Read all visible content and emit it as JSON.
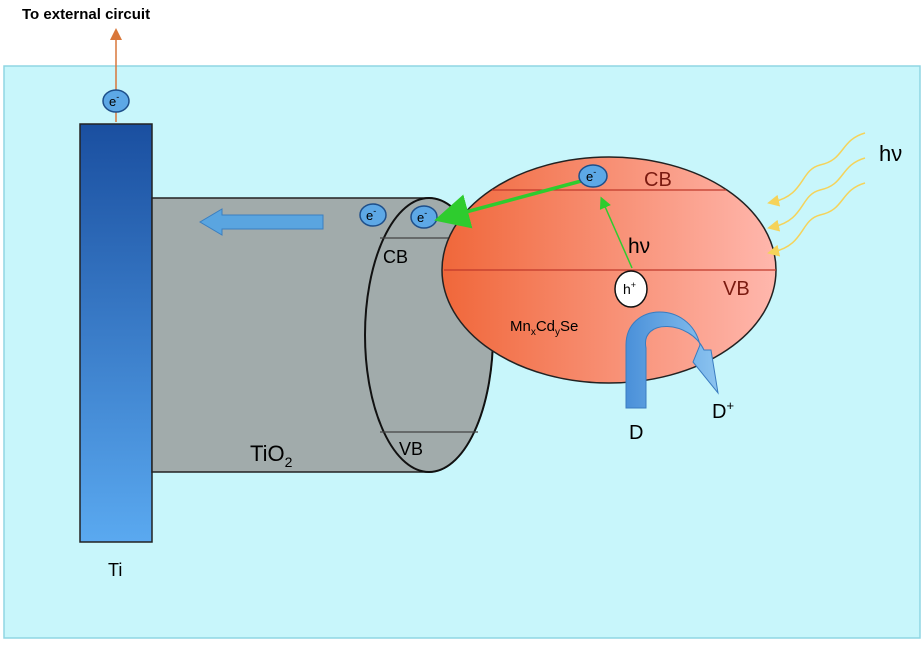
{
  "labels": {
    "external": "To external circuit",
    "electron": "e",
    "electron_sup": "-",
    "hole": "h",
    "hole_sup": "+",
    "ti": "Ti",
    "tio2_main": "TiO",
    "tio2_sub": "2",
    "tio2_cb": "CB",
    "tio2_vb": "VB",
    "qd_cb": "CB",
    "qd_vb": "VB",
    "hv_light": "hν",
    "hv_excite": "hν",
    "qd_mn": "Mn",
    "qd_x": "x",
    "qd_cd": "Cd",
    "qd_y": "y",
    "qd_se": "Se",
    "donor": "D",
    "donor_ox": "D",
    "donor_ox_sup": "+"
  },
  "colors": {
    "background": "#c8f6fb",
    "background_border": "#8fd6e3",
    "ti_top": "#1a4fa0",
    "ti_bottom": "#5aa9f0",
    "tio2_fill": "#a1abab",
    "qd_left": "#f0673a",
    "qd_right": "#ffb7ad",
    "band_line": "#c0392b",
    "electron_fill": "#5da8e6",
    "green_arrow": "#2ecc2e",
    "light_ray": "#f5d35a",
    "external_arrow": "#d9773a",
    "blue_arrow": "#5aa5e0"
  }
}
